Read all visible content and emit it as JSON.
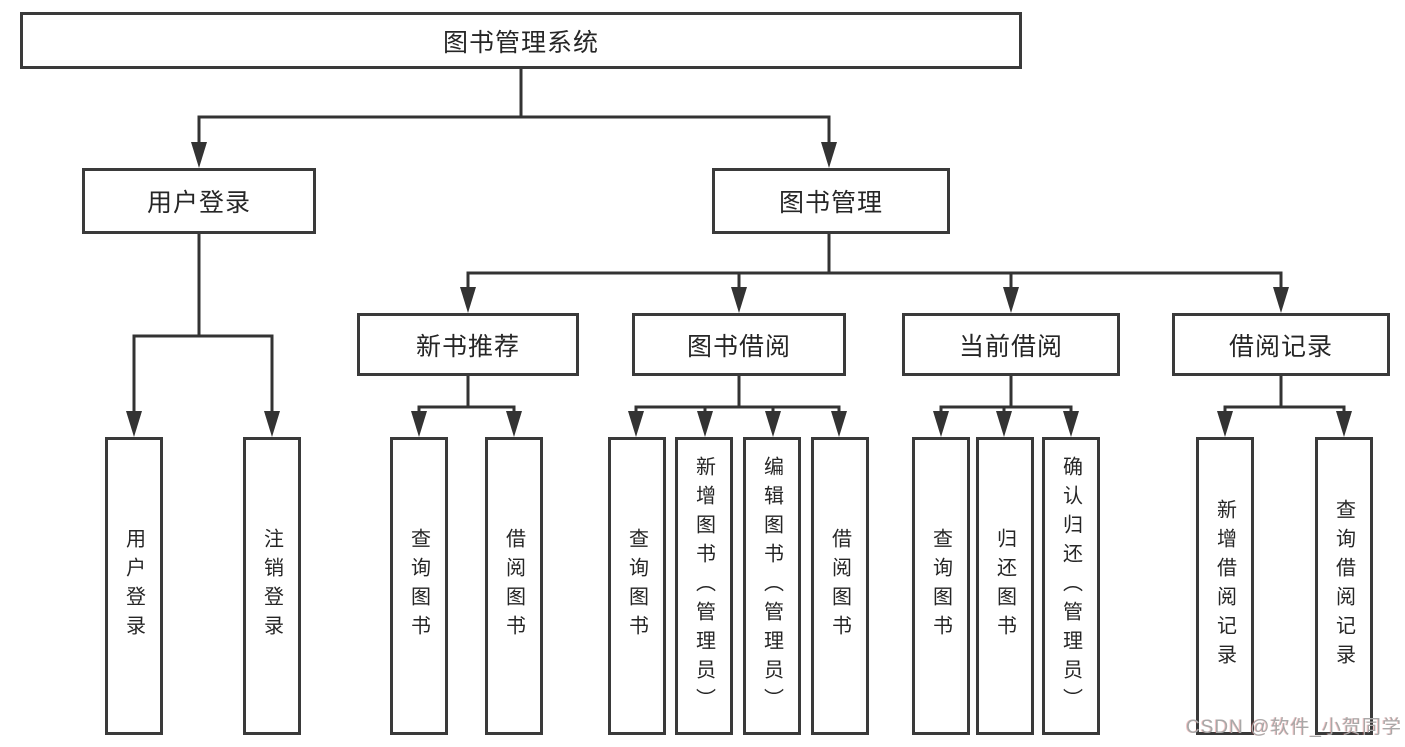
{
  "diagram": {
    "title": "图书管理系统",
    "level2": {
      "user_login": "用户登录",
      "book_mgmt": "图书管理"
    },
    "level3": {
      "new_book_rec": "新书推荐",
      "book_borrow": "图书借阅",
      "current_borrow": "当前借阅",
      "borrow_record": "借阅记录"
    },
    "leaves": {
      "user_login": "用户登录",
      "logout": "注销登录",
      "rec_query_book": "查询图书",
      "rec_borrow_book": "借阅图书",
      "bb_query_book": "查询图书",
      "bb_add_book": "新增图书（管理员）",
      "bb_edit_book": "编辑图书（管理员）",
      "bb_borrow_book": "借阅图书",
      "cb_query_book": "查询图书",
      "cb_return_book": "归还图书",
      "cb_confirm_return": "确认归还（管理员）",
      "br_add_record": "新增借阅记录",
      "br_query_record": "查询借阅记录"
    },
    "watermark": "CSDN @软件_小贺同学",
    "colors": {
      "line": "#333333",
      "box_border": "#3a3a3a",
      "box_fill": "#ffffff",
      "text": "#262626",
      "watermark": "#a8a8a8",
      "background": "#ffffff"
    }
  }
}
